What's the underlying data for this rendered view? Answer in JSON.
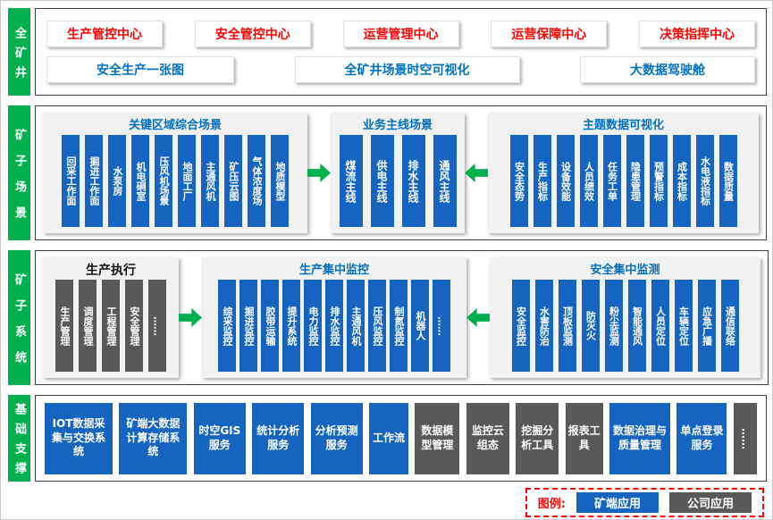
{
  "colors": {
    "band_green": "#00B050",
    "box_blue": "#1565C0",
    "box_dark_gray": "#595959",
    "title_blue": "#0070C0",
    "center_red": "#FF0000",
    "panel_gray": "#F1F1F1"
  },
  "bands": {
    "mine": {
      "label": "全矿井",
      "centers": [
        "生产管控中心",
        "安全管控中心",
        "运营管理中心",
        "运营保障中心",
        "决策指挥中心"
      ],
      "apps": [
        "安全生产一张图",
        "全矿井场景时空可视化",
        "大数据驾驶舱"
      ]
    },
    "scenes": {
      "label": "矿子场景",
      "panels": [
        {
          "title": "关键区域综合场景",
          "items": [
            "回采工作面",
            "掘进工作面",
            "水泵房",
            "机电硐室",
            "压风机场景",
            "地面工厂",
            "主通风机",
            "矿压云图",
            "气体浓度场",
            "地质模型"
          ]
        },
        {
          "title": "业务主线场景",
          "items": [
            "煤流主线",
            "供电主线",
            "排水主线",
            "通风主线"
          ]
        },
        {
          "title": "主题数据可视化",
          "items": [
            "安全态势",
            "生产指标",
            "设备效能",
            "人员绩效",
            "任务工单",
            "隐患管理",
            "预警指标",
            "成本指标",
            "水电液指标",
            "数据质量"
          ]
        }
      ]
    },
    "systems": {
      "label": "矿子系统",
      "panels": [
        {
          "title": "生产执行",
          "items": [
            "生产管理",
            "调度管理",
            "工程管理",
            "安全管理",
            "……"
          ]
        },
        {
          "title": "生产集中监控",
          "items": [
            "综采监控",
            "掘进监控",
            "胶带运输",
            "提升系统",
            "电力监控",
            "排水监控",
            "主通风机",
            "压风监控",
            "制氮监控",
            "机器人",
            "……"
          ]
        },
        {
          "title": "安全集中监测",
          "items": [
            "安全监控",
            "水害防治",
            "顶板监测",
            "防灭火",
            "粉尘监测",
            "智能通风",
            "人员定位",
            "车辆定位",
            "应急广播",
            "通信联络"
          ]
        }
      ]
    },
    "foundation": {
      "label": "基础支撑",
      "items": [
        {
          "label": "IOT数据采集与交换系统",
          "variant": "blue"
        },
        {
          "label": "矿端大数据计算存储系统",
          "variant": "blue"
        },
        {
          "label": "时空GIS服务",
          "variant": "blue"
        },
        {
          "label": "统计分析服务",
          "variant": "blue"
        },
        {
          "label": "分析预测服务",
          "variant": "blue"
        },
        {
          "label": "工作流",
          "variant": "blue"
        },
        {
          "label": "数据模型管理",
          "variant": "dark"
        },
        {
          "label": "监控云组态",
          "variant": "dark"
        },
        {
          "label": "挖掘分析工具",
          "variant": "dark"
        },
        {
          "label": "报表工具",
          "variant": "dark"
        },
        {
          "label": "数据治理与质量管理",
          "variant": "blue"
        },
        {
          "label": "单点登录服务",
          "variant": "blue"
        },
        {
          "label": "……",
          "variant": "dark"
        }
      ]
    }
  },
  "legend": {
    "title": "图例:",
    "items": [
      {
        "label": "矿端应用",
        "variant": "blue"
      },
      {
        "label": "公司应用",
        "variant": "dark"
      }
    ]
  }
}
